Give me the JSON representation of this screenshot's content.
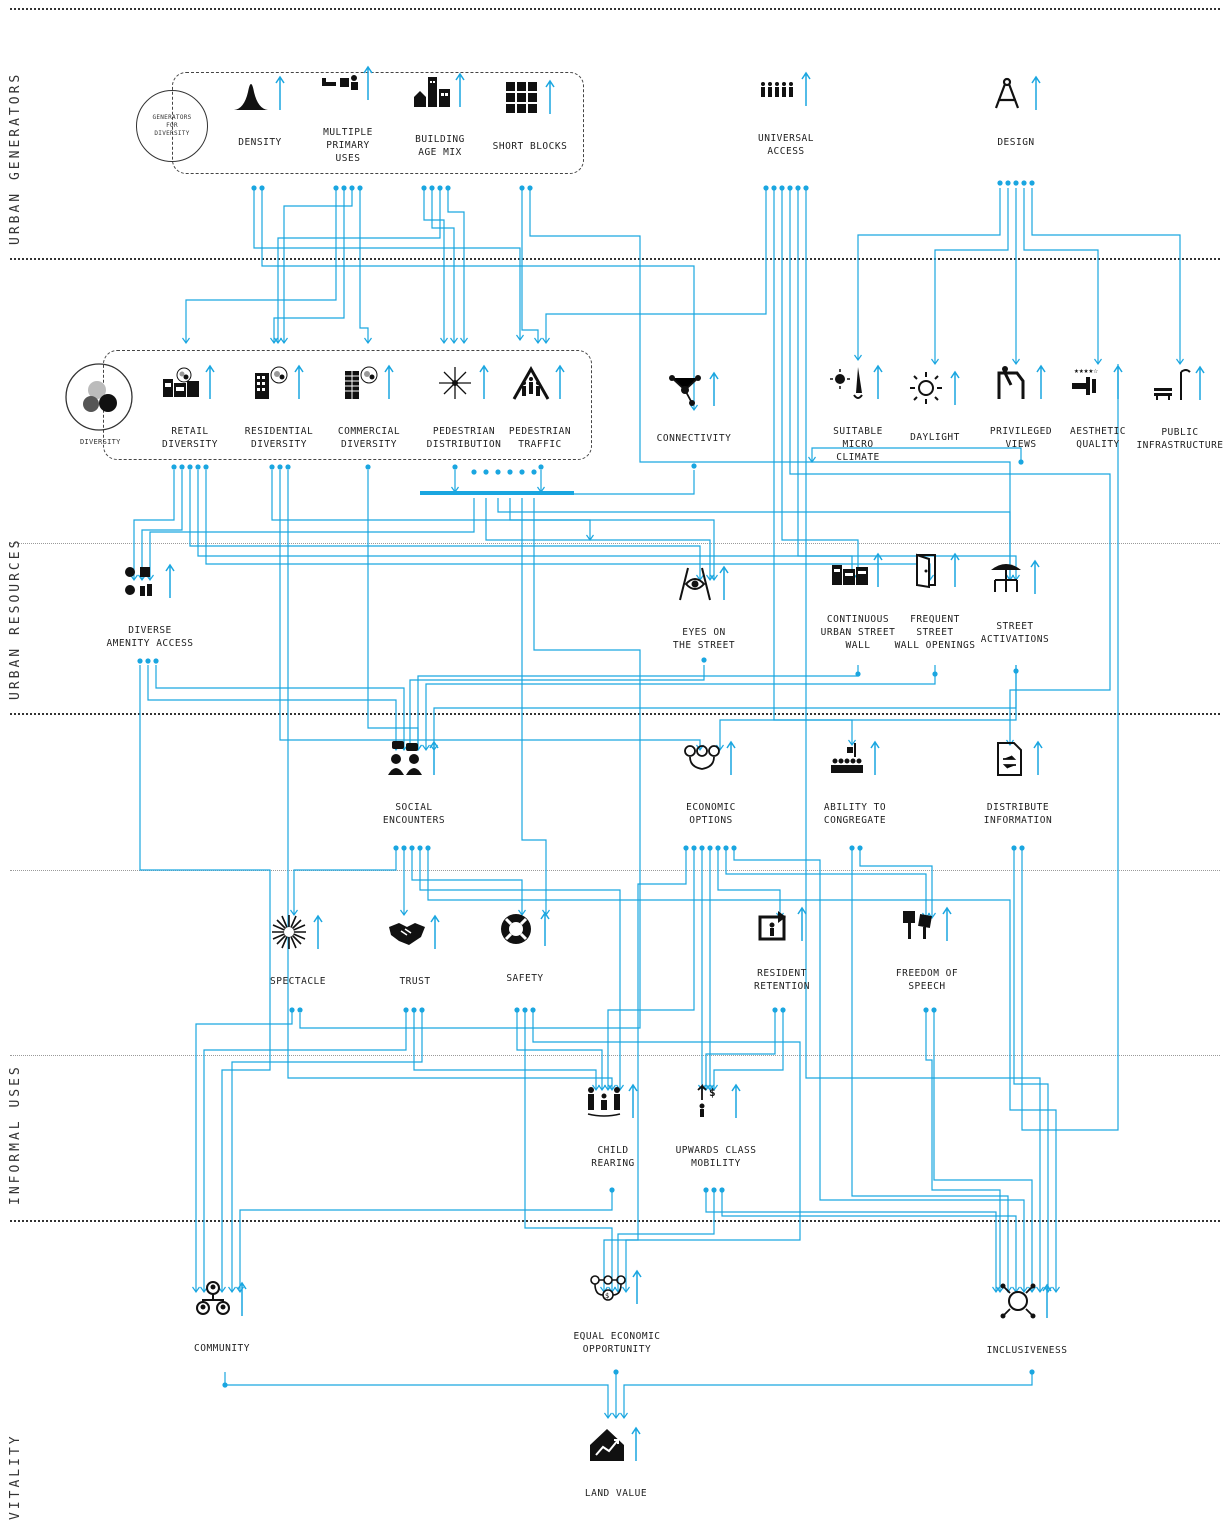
{
  "colors": {
    "wire": "#1aa6e0",
    "ink": "#1a1a1a",
    "arrow": "#1aa6e0"
  },
  "bands": {
    "urban_generators": "URBAN\nGENERATORS",
    "urban_resources": "URBAN\nRESOURCES",
    "informal_uses": "INFORMAL\nUSES",
    "vitality": "VITALITY"
  },
  "generators_circle": "GENERATORS\nFOR\nDIVERSITY",
  "diversity_caption": "DIVERSITY",
  "nodes": {
    "density": {
      "label": "DENSITY",
      "icon": "density-curve-icon"
    },
    "multiple_primary_uses": {
      "label": "MULTIPLE\nPRIMARY\nUSES",
      "icon": "mixed-uses-icon"
    },
    "building_age_mix": {
      "label": "BUILDING\nAGE MIX",
      "icon": "buildings-icon"
    },
    "short_blocks": {
      "label": "SHORT BLOCKS",
      "icon": "grid-blocks-icon"
    },
    "universal_access": {
      "label": "UNIVERSAL\nACCESS",
      "icon": "crowd-icon"
    },
    "design": {
      "label": "DESIGN",
      "icon": "compass-icon"
    },
    "retail_diversity": {
      "label": "RETAIL\nDIVERSITY",
      "icon": "storefront-icon"
    },
    "residential_diversity": {
      "label": "RESIDENTIAL\nDIVERSITY",
      "icon": "apartment-icon"
    },
    "commercial_diversity": {
      "label": "COMMERCIAL\nDIVERSITY",
      "icon": "office-tower-icon"
    },
    "pedestrian_distribution": {
      "label": "PEDESTRIAN\nDISTRIBUTION",
      "icon": "radial-arrows-icon"
    },
    "pedestrian_traffic": {
      "label": "PEDESTRIAN\nTRAFFIC",
      "icon": "walkers-icon"
    },
    "connectivity": {
      "label": "CONNECTIVITY",
      "icon": "network-icon"
    },
    "suitable_micro_climate": {
      "label": "SUITABLE\nMICRO\nCLIMATE",
      "icon": "climate-icon"
    },
    "daylight": {
      "label": "DAYLIGHT",
      "icon": "sun-icon"
    },
    "privileged_views": {
      "label": "PRIVILEGED\nVIEWS",
      "icon": "viewpoint-icon"
    },
    "aesthetic_quality": {
      "label": "AESTHETIC\nQUALITY",
      "icon": "stars-icon"
    },
    "public_infrastructure": {
      "label": "PUBLIC\nINFRASTRUCTURE",
      "icon": "bench-lamp-icon"
    },
    "diverse_amenity_access": {
      "label": "DIVERSE\nAMENITY ACCESS",
      "icon": "amenities-icon"
    },
    "eyes_on_the_street": {
      "label": "EYES ON\nTHE STREET",
      "icon": "eye-icon"
    },
    "continuous_urban_street_wall": {
      "label": "CONTINUOUS\nURBAN STREET\nWALL",
      "icon": "street-wall-icon"
    },
    "frequent_street_wall_openings": {
      "label": "FREQUENT\nSTREET\nWALL OPENINGS",
      "icon": "door-icon"
    },
    "street_activations": {
      "label": "STREET\nACTIVATIONS",
      "icon": "cafe-table-icon"
    },
    "social_encounters": {
      "label": "SOCIAL\nENCOUNTERS",
      "icon": "conversation-icon"
    },
    "economic_options": {
      "label": "ECONOMIC\nOPTIONS",
      "icon": "options-icon"
    },
    "ability_to_congregate": {
      "label": "ABILITY TO\nCONGREGATE",
      "icon": "gathering-icon"
    },
    "distribute_information": {
      "label": "DISTRIBUTE\nINFORMATION",
      "icon": "document-icon"
    },
    "spectacle": {
      "label": "SPECTACLE",
      "icon": "firework-icon"
    },
    "trust": {
      "label": "TRUST",
      "icon": "handshake-icon"
    },
    "safety": {
      "label": "SAFETY",
      "icon": "lifebuoy-icon"
    },
    "resident_retention": {
      "label": "RESIDENT\nRETENTION",
      "icon": "retention-icon"
    },
    "freedom_of_speech": {
      "label": "FREEDOM OF\nSPEECH",
      "icon": "protest-signs-icon"
    },
    "child_rearing": {
      "label": "CHILD\nREARING",
      "icon": "family-icon"
    },
    "upwards_class_mobility": {
      "label": "UPWARDS CLASS\nMOBILITY",
      "icon": "mobility-icon"
    },
    "community": {
      "label": "COMMUNITY",
      "icon": "community-icon"
    },
    "equal_economic_opportunity": {
      "label": "EQUAL ECONOMIC\nOPPORTUNITY",
      "icon": "equal-opportunity-icon"
    },
    "inclusiveness": {
      "label": "INCLUSIVENESS",
      "icon": "inclusive-icon"
    },
    "land_value": {
      "label": "LAND VALUE",
      "icon": "house-graph-icon"
    }
  }
}
